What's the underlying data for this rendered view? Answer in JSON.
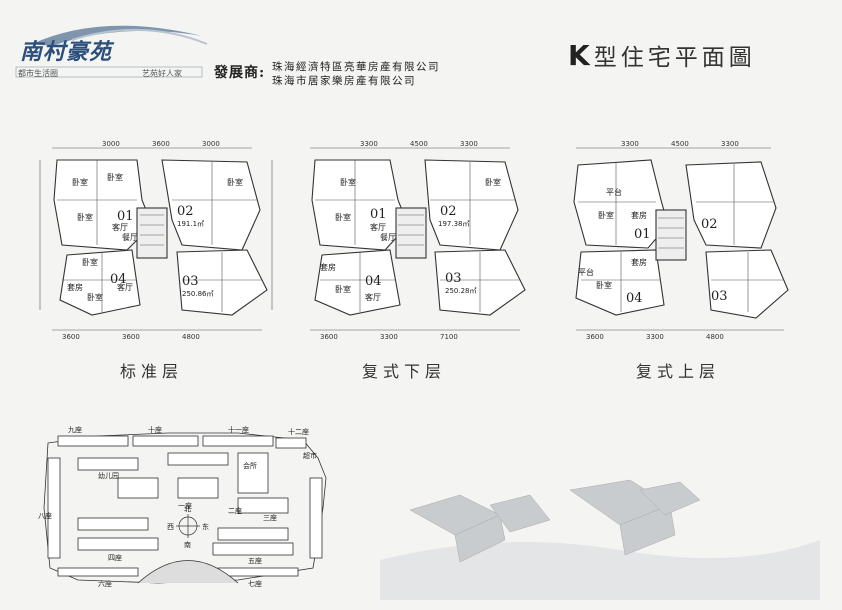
{
  "logo": {
    "title": "南村豪苑",
    "sub_left": "都市生活圈",
    "sub_right": "艺苑好人家"
  },
  "developer": {
    "label": "發展商:",
    "line1": "珠海經濟特區亮華房產有限公司",
    "line2": "珠海市居家樂房產有限公司"
  },
  "page_title": {
    "prefix": "K",
    "text": "型住宅平面圖"
  },
  "plans": [
    {
      "caption": "标准层",
      "units": [
        "01",
        "02",
        "03",
        "04"
      ],
      "areas": [
        "191.1㎡",
        "250.86㎡"
      ],
      "rooms": [
        "卧室",
        "卧室",
        "卧室",
        "客厅",
        "餐厅",
        "卧室",
        "套房",
        "卧室",
        "客厅",
        "卧室"
      ],
      "dims_top": [
        "3000",
        "3600",
        "3000"
      ],
      "dims_bottom": [
        "3600",
        "3600",
        "4800"
      ]
    },
    {
      "caption": "复式下层",
      "units": [
        "01",
        "02",
        "03",
        "04"
      ],
      "areas": [
        "197.38㎡",
        "250.28㎡"
      ],
      "rooms": [
        "卧室",
        "卧室",
        "客厅",
        "餐厅",
        "套房",
        "卧室",
        "客厅",
        "卧室"
      ],
      "dims_top": [
        "3300",
        "4500",
        "3300"
      ],
      "dims_bottom": [
        "3600",
        "3300",
        "7100"
      ]
    },
    {
      "caption": "复式上层",
      "units": [
        "01",
        "02",
        "03",
        "04"
      ],
      "areas": [],
      "rooms": [
        "平台",
        "卧室",
        "套房",
        "平台",
        "卧室",
        "套房"
      ],
      "dims_top": [
        "3300",
        "4500",
        "3300"
      ],
      "dims_bottom": [
        "3600",
        "3300",
        "4800"
      ]
    }
  ],
  "site_plan": {
    "labels": [
      "九座",
      "十座",
      "十一座",
      "十二座",
      "超市",
      "幼儿园",
      "会所",
      "一座",
      "二座",
      "三座",
      "四座",
      "五座",
      "六座",
      "七座",
      "八座"
    ],
    "compass": {
      "north": "北",
      "south": "南",
      "east": "东",
      "west": "西"
    }
  }
}
